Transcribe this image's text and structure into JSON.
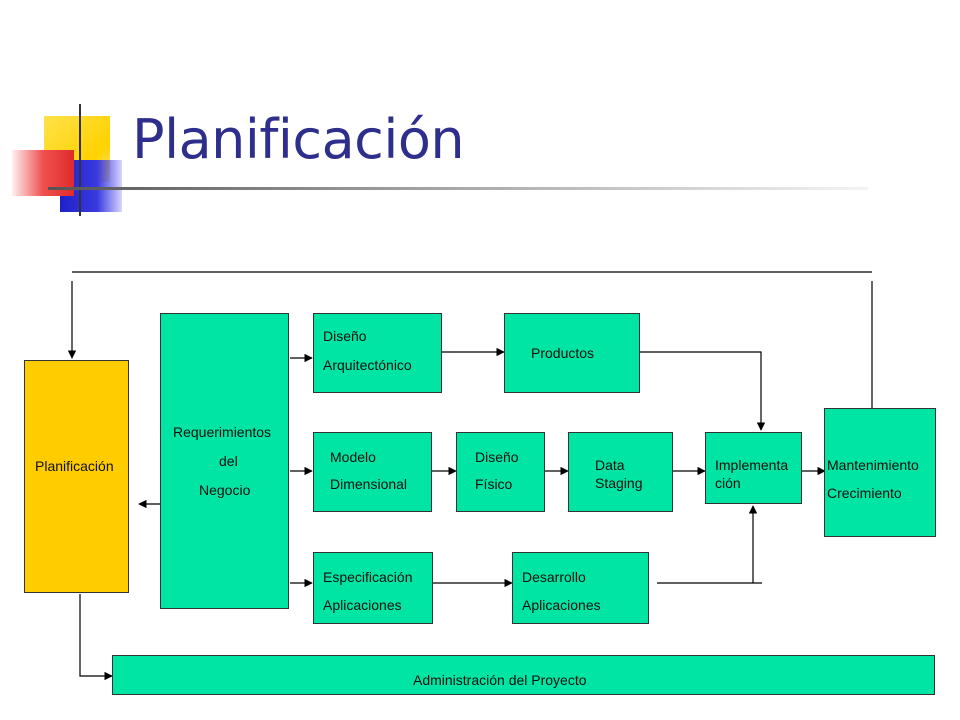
{
  "slide": {
    "title": "Planificación",
    "title_color": "#2e2e8c"
  },
  "colors": {
    "box_fill": "#00e5a3",
    "planning_fill": "#ffcc00",
    "deco_yellow": "#ffd200",
    "deco_blue": "#2a2ad0",
    "deco_red": "#f03c3c"
  },
  "nodes": {
    "planificacion": {
      "lines": [
        "Planificación"
      ]
    },
    "requerimientos": {
      "lines": [
        "Requerimientos",
        "del",
        "Negocio"
      ]
    },
    "diseno_arq": {
      "lines": [
        "Diseño",
        "Arquitectónico"
      ]
    },
    "productos": {
      "lines": [
        "Productos"
      ]
    },
    "modelo": {
      "lines": [
        "Modelo",
        "Dimensional"
      ]
    },
    "diseno_fisico": {
      "lines": [
        "Diseño",
        "Físico"
      ]
    },
    "data_staging": {
      "lines": [
        "Data",
        "Staging"
      ]
    },
    "implementacion": {
      "lines": [
        "Implementa",
        "ción"
      ]
    },
    "mantenimiento": {
      "lines": [
        "Mantenimiento",
        "Crecimiento"
      ]
    },
    "especificacion": {
      "lines": [
        "Especificación",
        "Aplicaciones"
      ]
    },
    "desarrollo": {
      "lines": [
        "Desarrollo",
        "Aplicaciones"
      ]
    },
    "administracion": {
      "lines": [
        "Administración del Proyecto"
      ]
    }
  }
}
